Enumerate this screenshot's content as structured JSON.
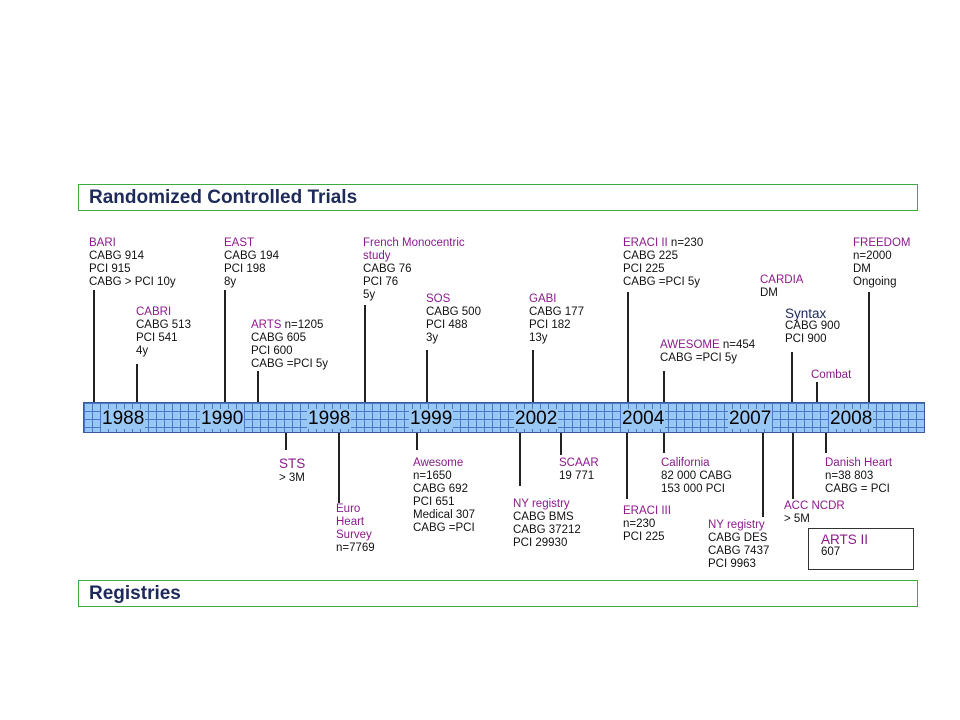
{
  "headers": {
    "rct": "Randomized Controlled Trials",
    "registries": "Registries"
  },
  "years": [
    "1988",
    "1990",
    "1998",
    "1999",
    "2002",
    "2004",
    "2007",
    "2008"
  ],
  "top_trials": [
    {
      "title": "BARI",
      "title_extra": "",
      "details": [
        "CABG 914",
        "PCI 915",
        "CABG > PCI 10y"
      ]
    },
    {
      "title": "CABRI",
      "title_extra": "",
      "details": [
        "CABG 513",
        "PCI 541",
        "4y"
      ]
    },
    {
      "title": "EAST",
      "title_extra": "",
      "details": [
        "CABG 194",
        "PCI 198",
        "8y"
      ]
    },
    {
      "title": "ARTS",
      "title_extra": " n=1205",
      "details": [
        "CABG 605",
        "PCI 600",
        "CABG =PCI 5y"
      ]
    },
    {
      "title": "French Monocentric study",
      "title_extra": "",
      "details": [
        "CABG 76",
        "PCI 76",
        "5y"
      ]
    },
    {
      "title": "SOS",
      "title_extra": "",
      "details": [
        "CABG 500",
        "PCI 488",
        "3y"
      ]
    },
    {
      "title": "GABI",
      "title_extra": "",
      "details": [
        "CABG 177",
        "PCI 182",
        "13y"
      ]
    },
    {
      "title": "ERACI II",
      "title_extra": " n=230",
      "details": [
        "CABG 225",
        "PCI 225",
        "CABG =PCI 5y"
      ]
    },
    {
      "title": "AWESOME",
      "title_extra": " n=454",
      "details": [
        "CABG =PCI 5y"
      ]
    },
    {
      "title": "CARDIA",
      "title_extra": "",
      "details": [
        "DM"
      ]
    },
    {
      "title": "Syntax",
      "title_extra": "",
      "details": [
        "CABG 900",
        "PCI 900"
      ]
    },
    {
      "title": "Combat",
      "title_extra": "",
      "details": []
    },
    {
      "title": "FREEDOM",
      "title_extra": "",
      "details": [
        "n=2000",
        "DM",
        "Ongoing"
      ]
    }
  ],
  "bottom_registries": [
    {
      "title": "STS",
      "title_extra": "",
      "details": [
        "> 3M"
      ]
    },
    {
      "title": "Euro Heart Survey",
      "title_extra": "",
      "details": [
        "n=7769"
      ]
    },
    {
      "title": "Awesome",
      "title_extra": "",
      "details": [
        "n=1650",
        "CABG 692",
        "PCI 651",
        "Medical 307",
        "CABG =PCI"
      ]
    },
    {
      "title": "NY registry",
      "title_extra": "",
      "details": [
        "CABG BMS",
        "CABG 37212",
        "PCI 29930"
      ]
    },
    {
      "title": "SCAAR",
      "title_extra": "",
      "details": [
        "19 771"
      ]
    },
    {
      "title": "ERACI III",
      "title_extra": "",
      "details": [
        "n=230",
        "PCI 225"
      ]
    },
    {
      "title": "California",
      "title_extra": "",
      "details": [
        "82 000 CABG",
        "153 000 PCI"
      ]
    },
    {
      "title": "NY registry",
      "title_extra": "",
      "details": [
        "CABG DES",
        "CABG 7437",
        "PCI 9963"
      ]
    },
    {
      "title": "ACC NCDR",
      "title_extra": "",
      "details": [
        "> 5M"
      ]
    },
    {
      "title": "Danish Heart",
      "title_extra": "",
      "details": [
        "n=38 803",
        "CABG = PCI"
      ]
    },
    {
      "title": "ARTS II",
      "title_extra": "",
      "details": [
        "607"
      ]
    }
  ],
  "colors": {
    "trial_title": "#8c1a8c",
    "header_border": "#3faa3f",
    "header_text": "#1d2a5a",
    "timeline_fill": "#9ac8f4",
    "timeline_grid": "#4a78c8"
  }
}
